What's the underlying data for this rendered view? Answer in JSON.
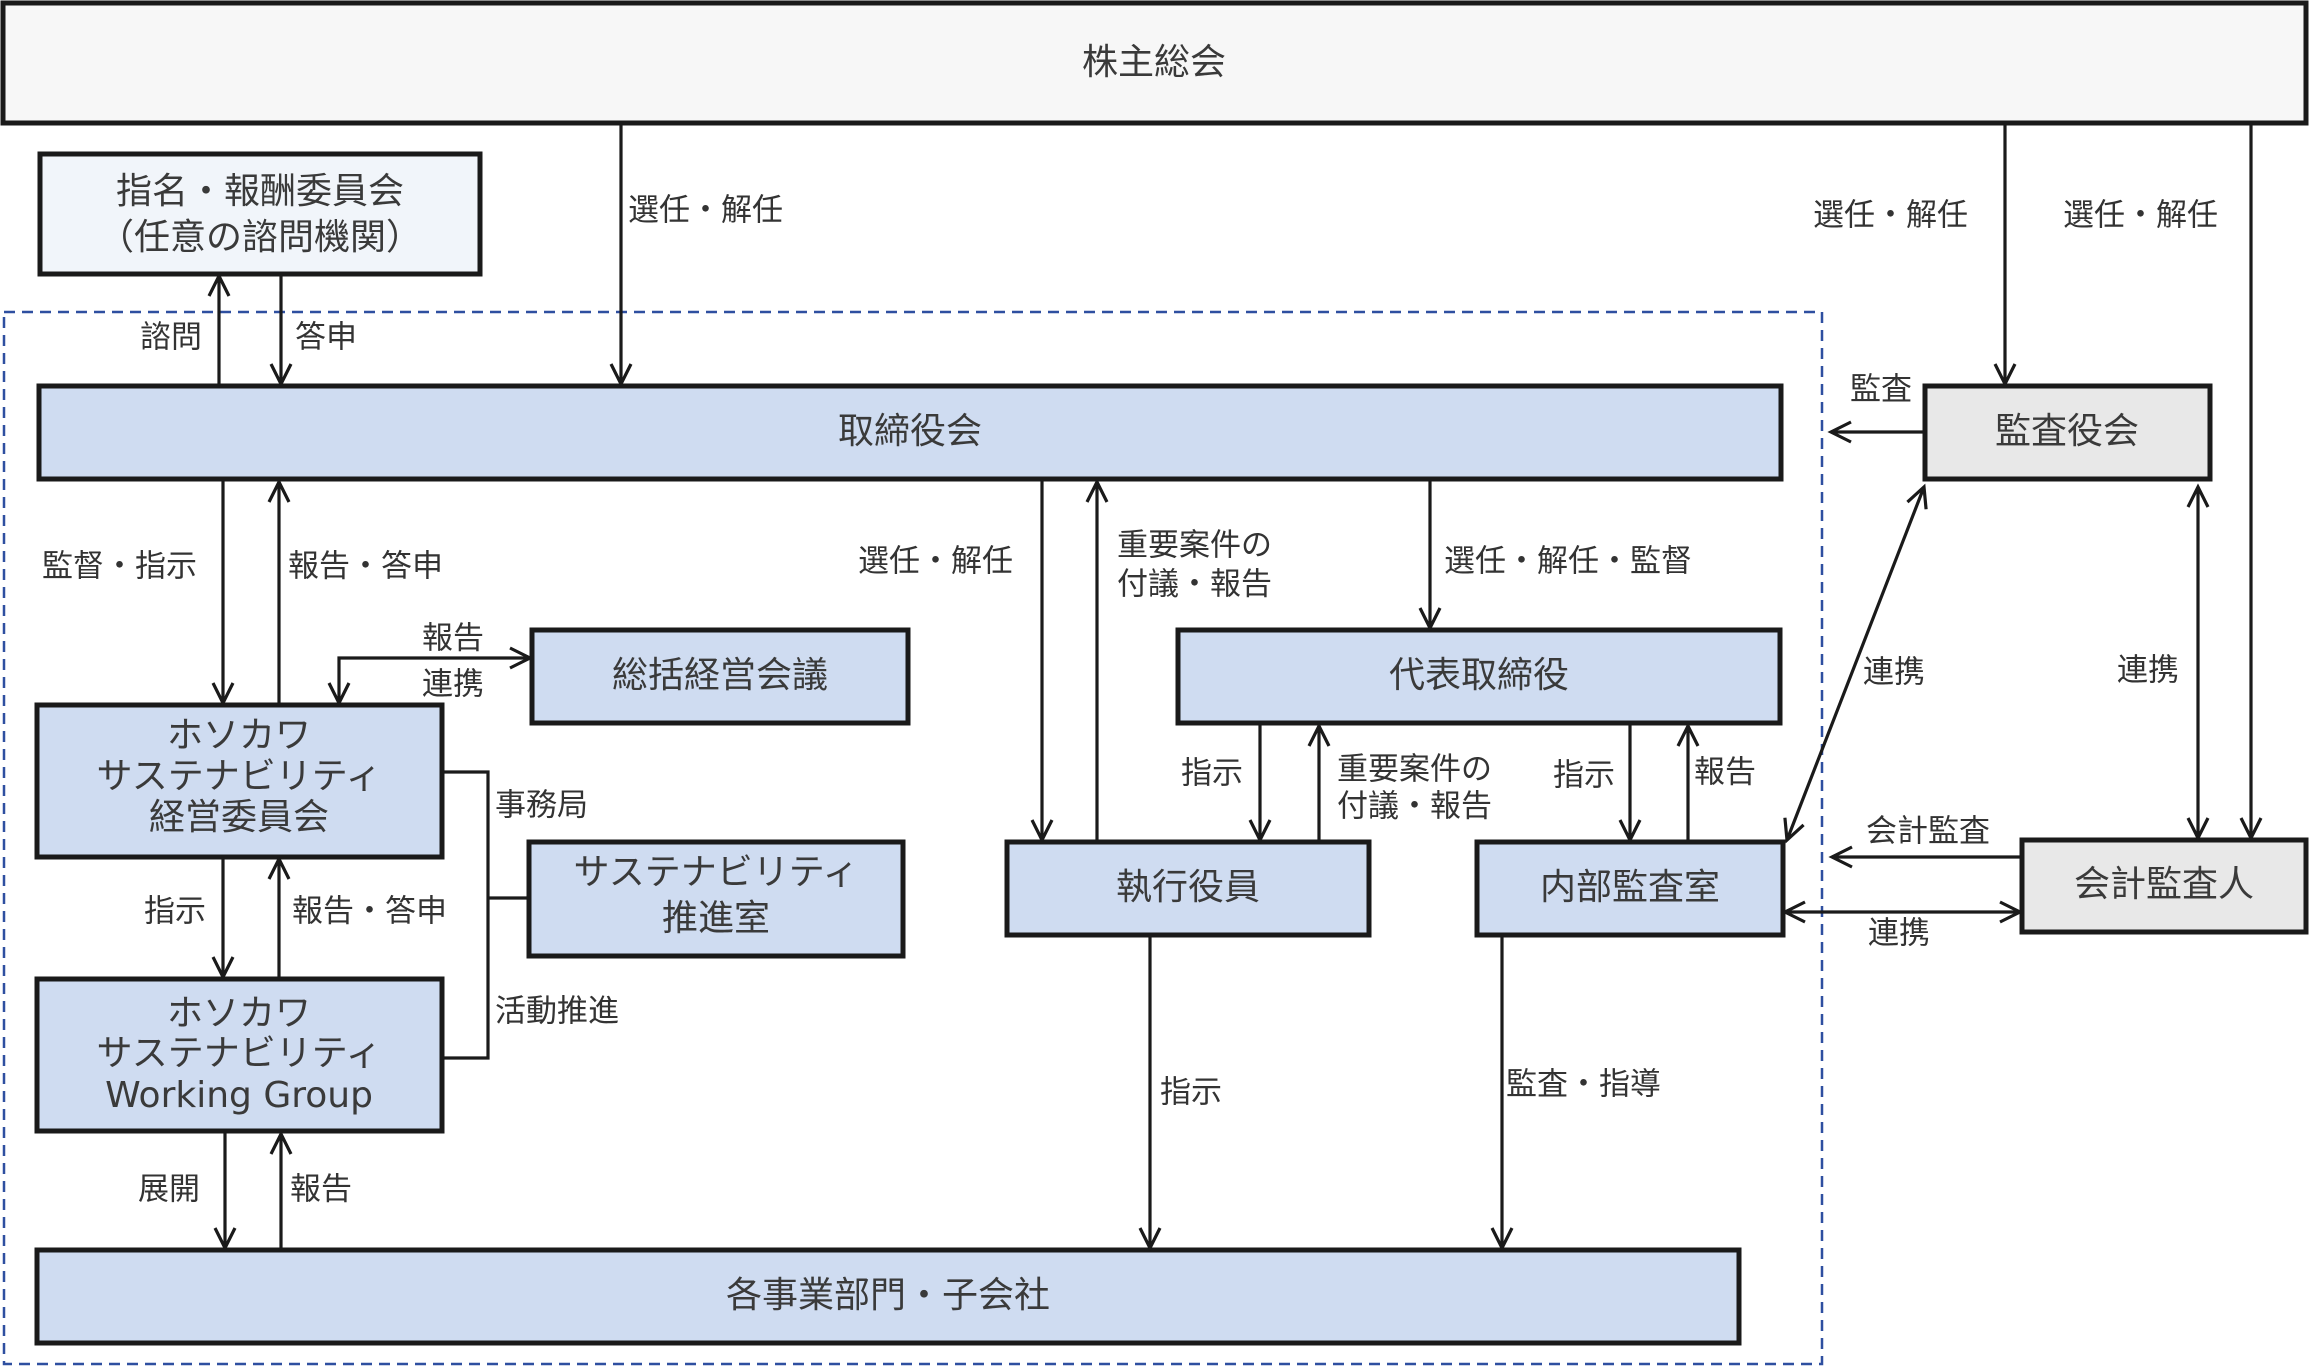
{
  "colors": {
    "node_blue": "#cfdcf1",
    "node_gray": "#e8e8e8",
    "node_white": "#f7f7f7",
    "node_light": "#f1f5fa",
    "scope_border": "#2e4fa0"
  },
  "nodes": {
    "shareholders": "株主総会",
    "nomination": [
      "指名・報酬委員会",
      "（任意の諮問機関）"
    ],
    "board": "取締役会",
    "audit_board": "監査役会",
    "general_meeting": "総括経営会議",
    "representative": "代表取締役",
    "sustain_committee": [
      "ホソカワ",
      "サステナビリティ",
      "経営委員会"
    ],
    "sustain_office": [
      "サステナビリティ",
      "推進室"
    ],
    "executive": "執行役員",
    "internal_audit": "内部監査室",
    "accounting_auditor": "会計監査人",
    "working_group": [
      "ホソカワ",
      "サステナビリティ",
      "Working Group"
    ],
    "business_units": "各事業部門・子会社"
  },
  "labels": {
    "sh_board": "選任・解任",
    "sh_audit": "選任・解任",
    "sh_acct": "選任・解任",
    "inquiry": "諮問",
    "reply": "答申",
    "audit": "監査",
    "supervise": "監督・指示",
    "report_reply_1": "報告・答申",
    "report_link": [
      "報告",
      "連携"
    ],
    "board_exec": "選任・解任",
    "exec_board": [
      "重要案件の",
      "付議・報告"
    ],
    "board_rep": "選任・解任・監督",
    "link_1": "連携",
    "link_2": "連携",
    "rep_exec_instr": "指示",
    "exec_rep": [
      "重要案件の",
      "付議・報告"
    ],
    "rep_audit_instr": "指示",
    "audit_rep_report": "報告",
    "secretariat": "事務局",
    "instruct_wg": "指示",
    "report_reply_2": "報告・答申",
    "promotion": "活動推進",
    "acct_audit": "会計監査",
    "link_3": "連携",
    "exec_bu": "指示",
    "audit_guidance": "監査・指導",
    "deploy": "展開",
    "report_bu": "報告"
  }
}
